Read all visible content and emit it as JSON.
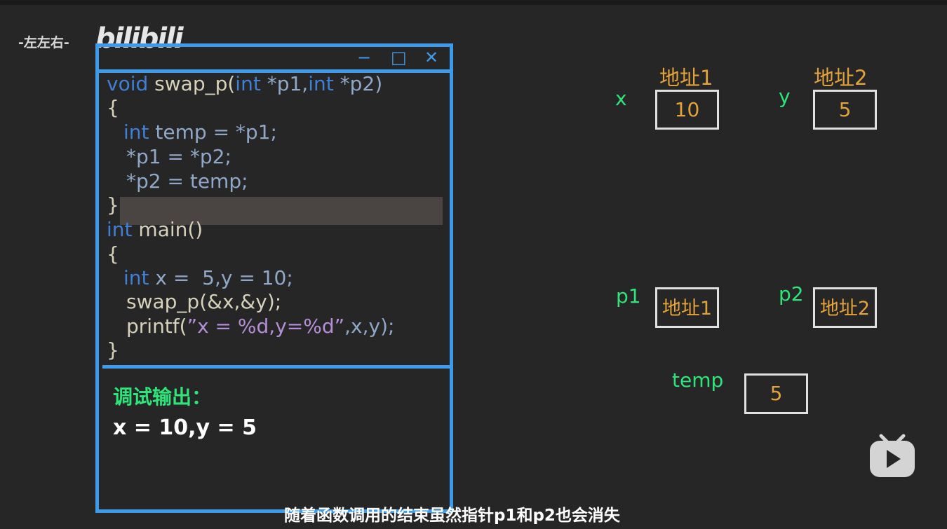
{
  "channel": {
    "name": "-左左右-",
    "logo_text": "bilibili"
  },
  "ide": {
    "window_controls": [
      "−",
      "□",
      "✕"
    ],
    "code_lines": [
      {
        "kw1": "void",
        "text": " swap_p(",
        "kw2": "int",
        "text2": " *p1,",
        "kw3": "int",
        "text3": " *p2)"
      },
      {
        "text": "{"
      },
      {
        "kw1": "int",
        "text": " temp = *p1;"
      },
      {
        "text": "*p1 = *p2;"
      },
      {
        "text": "*p2 = temp;"
      },
      {
        "text": "}"
      },
      {
        "kw1": "int",
        "text": " main()"
      },
      {
        "text": "{"
      },
      {
        "kw1": "int",
        "text": " x =  5,y = 10;"
      },
      {
        "text": "swap_p(&x,&y);"
      },
      {
        "text": "printf(",
        "str": "”x = %d,y=%d”",
        "text2": ",x,y);"
      },
      {
        "text": "}"
      }
    ],
    "highlighted_line": "*p2 = temp;",
    "output_title": "调试输出：",
    "output_value": "x = 10,y = 5"
  },
  "diagram": {
    "x": {
      "label": "x",
      "address": "地址1",
      "value": "10"
    },
    "y": {
      "label": "y",
      "address": "地址2",
      "value": "5"
    },
    "p1": {
      "label": "p1",
      "value": "地址1"
    },
    "p2": {
      "label": "p2",
      "value": "地址2"
    },
    "temp": {
      "label": "temp",
      "value": "5"
    }
  },
  "subtitle": "随着函数调用的结束虽然指针p1和p2也会消失",
  "colors": {
    "accent_blue": "#3d9be9",
    "green": "#2ee57a",
    "orange": "#e3a33a",
    "background": "#262626"
  },
  "icons": {
    "play": "play-icon",
    "minimize": "minimize-icon",
    "maximize": "maximize-icon",
    "close": "close-icon"
  }
}
